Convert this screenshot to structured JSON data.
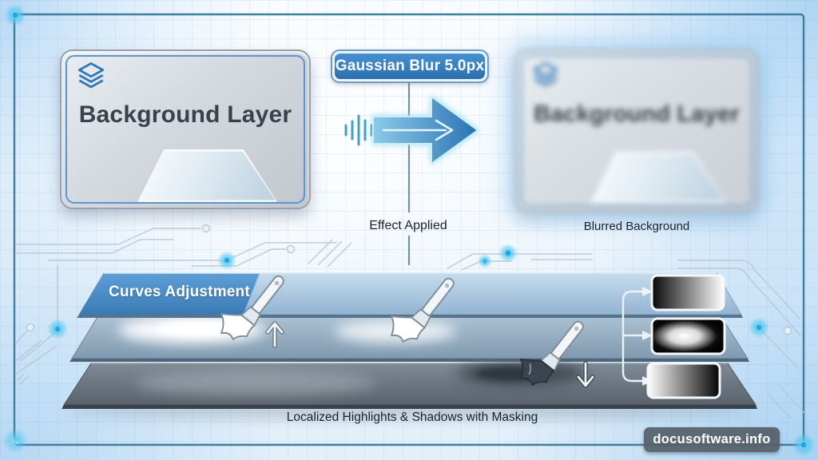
{
  "source_panel": {
    "title": "Background Layer"
  },
  "effect": {
    "badge_label": "Gaussian Blur 5.0px",
    "caption": "Effect Applied"
  },
  "result_panel": {
    "title": "Background Layer",
    "caption": "Blurred Background"
  },
  "adjustment": {
    "label": "Curves Adjustment",
    "caption": "Localized Highlights & Shadows with Masking",
    "masks": [
      {
        "name": "mask-linear-dark-to-light"
      },
      {
        "name": "mask-radial-white-spot"
      },
      {
        "name": "mask-linear-light-to-dark"
      }
    ]
  },
  "watermark": {
    "text": "docusoftware.info"
  },
  "colors": {
    "accent_blue": "#2e7cc0",
    "frame_teal": "#3f7e9e",
    "glow_cyan": "#35c2f0",
    "badge_fill": "#3a82c4",
    "adjustment_tab": "#4788c0",
    "layer_top": "#aecbe3",
    "layer_mid": "#94afc4",
    "layer_bottom": "#6b7682"
  }
}
